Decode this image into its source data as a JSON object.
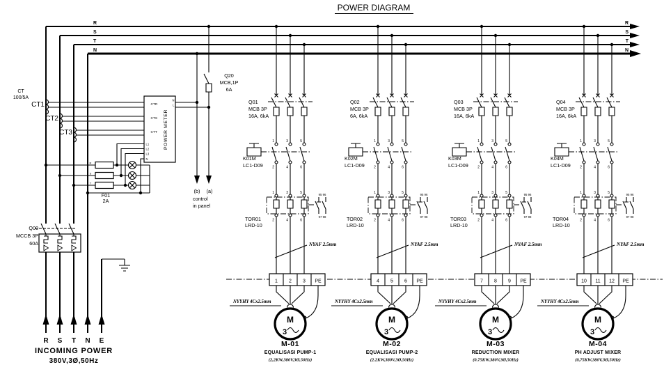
{
  "title": "POWER DIAGRAM",
  "buses": [
    "R",
    "S",
    "T",
    "N"
  ],
  "ct": {
    "label": "CT",
    "ratio": "100/5A",
    "names": [
      "CT1",
      "CT2",
      "CT3"
    ]
  },
  "meter": {
    "name": "POWER METER",
    "ct_terminals": [
      "CTR",
      "CTS",
      "CTT"
    ],
    "voltage_terminals": [
      "L1",
      "L2",
      "L3",
      "N"
    ],
    "output_terminals": [
      "N",
      "L"
    ]
  },
  "control_breaker": {
    "id": "Q20",
    "type": "MCB,1P",
    "rating": "6A"
  },
  "control": {
    "b": "(b)",
    "a": "(a)",
    "line1": "control",
    "line2": "in panel"
  },
  "pilot_fuse": {
    "id": "F01",
    "rating": "2A",
    "rows": [
      "R",
      "S",
      "T"
    ]
  },
  "main_breaker": {
    "id": "Q00",
    "type": "MCCB 3P",
    "rating": "60A"
  },
  "incoming": {
    "phases": [
      "R",
      "S",
      "T",
      "N",
      "E"
    ],
    "title": "INCOMING POWER",
    "spec": "380V,3Ø,50Hz"
  },
  "motor_symbol": {
    "letter": "M",
    "phases": "3"
  },
  "branches": [
    {
      "breaker_id": "Q01",
      "breaker_type": "MCB 3P",
      "breaker_rating": "16A, 6kA",
      "contactor_id": "K01M",
      "contactor_type": "LC1-D09",
      "overload_id": "TOR01",
      "overload_type": "LRD-10",
      "wire_label": "NYAF 2.5mm",
      "cable_label": "NYYHY 4Cx2.5mm",
      "contact_top": [
        "1",
        "3",
        "5"
      ],
      "contact_bottom": [
        "2",
        "4",
        "6"
      ],
      "tor_top": [
        "1",
        "3",
        "5"
      ],
      "tor_bottom": [
        "2",
        "4",
        "6"
      ],
      "aux_top": "95 96",
      "aux_bottom": "97 98",
      "terminals": [
        "1",
        "2",
        "3",
        "PE"
      ],
      "motor_id": "M-01",
      "motor_name": "EQUALISASI PUMP-1",
      "motor_spec": "(2,2KW,380V,3Ø,50Hz)"
    },
    {
      "breaker_id": "Q02",
      "breaker_type": "MCB 3P",
      "breaker_rating": "6A, 6kA",
      "contactor_id": "K02M",
      "contactor_type": "LC1-D09",
      "overload_id": "TOR02",
      "overload_type": "LRD-10",
      "wire_label": "NYAF 2.5mm",
      "cable_label": "NYYHY 4Cx2.5mm",
      "contact_top": [
        "1",
        "3",
        "5"
      ],
      "contact_bottom": [
        "2",
        "4",
        "6"
      ],
      "tor_top": [
        "1",
        "3",
        "5"
      ],
      "tor_bottom": [
        "2",
        "4",
        "6"
      ],
      "aux_top": "95 96",
      "aux_bottom": "97 98",
      "terminals": [
        "4",
        "5",
        "6",
        "PE"
      ],
      "motor_id": "M-02",
      "motor_name": "EQUALISASI PUMP-2",
      "motor_spec": "(2.2KW,380V,3Ø,50Hz)"
    },
    {
      "breaker_id": "Q03",
      "breaker_type": "MCB 3P",
      "breaker_rating": "16A, 6kA",
      "contactor_id": "K03M",
      "contactor_type": "LC1-D09",
      "overload_id": "TOR03",
      "overload_type": "LRD-10",
      "wire_label": "NYAF 2.5mm",
      "cable_label": "NYYHY 4Cx2.5mm",
      "contact_top": [
        "1",
        "3",
        "5"
      ],
      "contact_bottom": [
        "2",
        "4",
        "6"
      ],
      "tor_top": [
        "1",
        "3",
        "5"
      ],
      "tor_bottom": [
        "2",
        "4",
        "6"
      ],
      "aux_top": "95 96",
      "aux_bottom": "97 98",
      "terminals": [
        "7",
        "8",
        "9",
        "PE"
      ],
      "motor_id": "M-03",
      "motor_name": "REDUCTION MIXER",
      "motor_spec": "(0.75KW,380V,3Ø,50Hz)"
    },
    {
      "breaker_id": "Q04",
      "breaker_type": "MCB 3P",
      "breaker_rating": "16A, 6kA",
      "contactor_id": "K04M",
      "contactor_type": "LC1-D09",
      "overload_id": "TOR04",
      "overload_type": "LRD-10",
      "wire_label": "NYAF 2.5mm",
      "cable_label": "NYYHY 4Cx2.5mm",
      "contact_top": [
        "1",
        "3",
        "5"
      ],
      "contact_bottom": [
        "2",
        "4",
        "6"
      ],
      "tor_top": [
        "1",
        "3",
        "5"
      ],
      "tor_bottom": [
        "2",
        "4",
        "6"
      ],
      "aux_top": "95 96",
      "aux_bottom": "97 98",
      "terminals": [
        "10",
        "11",
        "12",
        "PE"
      ],
      "motor_id": "M-04",
      "motor_name": "PH ADJUST MIXER",
      "motor_spec": "(0,75KW,380V,3Ø,50Hz)"
    }
  ]
}
